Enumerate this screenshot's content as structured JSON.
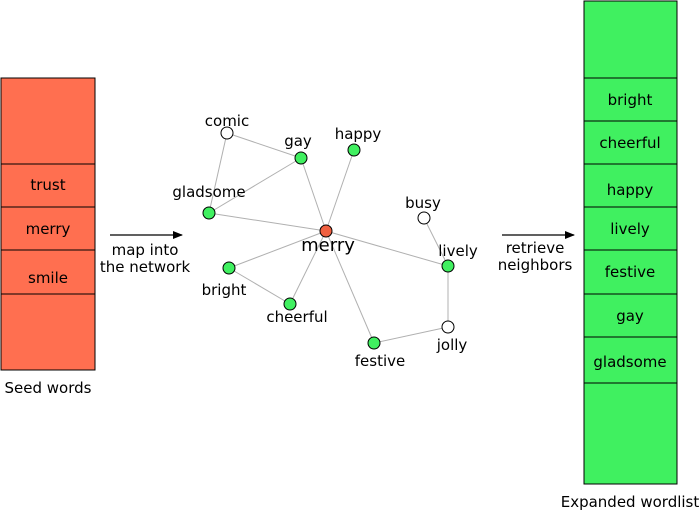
{
  "colors": {
    "seed_fill": "#ff6f50",
    "expanded_fill": "#40f060",
    "node_seed": "#f06040",
    "node_neighbor": "#40f060",
    "node_other": "#ffffff",
    "edge": "#b0b0b0"
  },
  "seed_panel": {
    "caption": "Seed words",
    "words": [
      "trust",
      "merry",
      "smile"
    ]
  },
  "arrow_left": {
    "line1": "map into",
    "line2": "the network"
  },
  "arrow_right": {
    "line1": "retrieve",
    "line2": "neighbors"
  },
  "network": {
    "nodes": {
      "comic": {
        "label": "comic",
        "kind": "other"
      },
      "gay": {
        "label": "gay",
        "kind": "neighbor"
      },
      "happy": {
        "label": "happy",
        "kind": "neighbor"
      },
      "gladsome": {
        "label": "gladsome",
        "kind": "neighbor"
      },
      "merry": {
        "label": "merry",
        "kind": "seed"
      },
      "busy": {
        "label": "busy",
        "kind": "other"
      },
      "lively": {
        "label": "lively",
        "kind": "neighbor"
      },
      "bright": {
        "label": "bright",
        "kind": "neighbor"
      },
      "cheerful": {
        "label": "cheerful",
        "kind": "neighbor"
      },
      "festive": {
        "label": "festive",
        "kind": "neighbor"
      },
      "jolly": {
        "label": "jolly",
        "kind": "other"
      }
    },
    "edges": [
      [
        "comic",
        "gay"
      ],
      [
        "comic",
        "gladsome"
      ],
      [
        "gay",
        "gladsome"
      ],
      [
        "gay",
        "merry"
      ],
      [
        "happy",
        "merry"
      ],
      [
        "gladsome",
        "merry"
      ],
      [
        "merry",
        "lively"
      ],
      [
        "merry",
        "bright"
      ],
      [
        "merry",
        "cheerful"
      ],
      [
        "merry",
        "festive"
      ],
      [
        "bright",
        "cheerful"
      ],
      [
        "busy",
        "lively"
      ],
      [
        "lively",
        "jolly"
      ],
      [
        "festive",
        "jolly"
      ]
    ]
  },
  "expanded_panel": {
    "caption": "Expanded wordlist",
    "words": [
      "bright",
      "cheerful",
      "happy",
      "lively",
      "festive",
      "gay",
      "gladsome"
    ]
  }
}
